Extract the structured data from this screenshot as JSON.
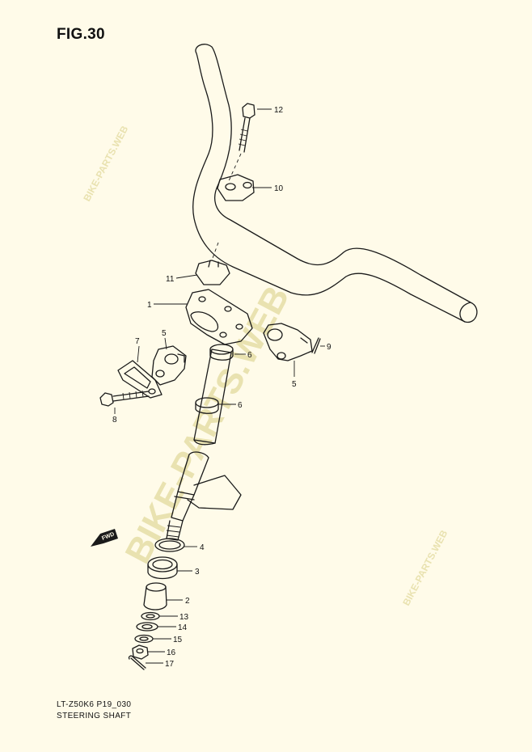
{
  "figure": {
    "title": "FIG.30",
    "code": "LT-Z50K6 P19_030",
    "name": "STEERING SHAFT"
  },
  "watermark": "BIKE-PARTS.WEB",
  "fwd_label": "FWD",
  "callouts": {
    "c1": "1",
    "c2": "2",
    "c3": "3",
    "c4": "4",
    "c5a": "5",
    "c5b": "5",
    "c6a": "6",
    "c6b": "6",
    "c7": "7",
    "c8": "8",
    "c9": "9",
    "c10": "10",
    "c11": "11",
    "c12": "12",
    "c13": "13",
    "c14": "14",
    "c15": "15",
    "c16": "16",
    "c17": "17"
  },
  "colors": {
    "background": "#fffbe9",
    "line": "#1a1a1a",
    "watermark": "#e9e2b0"
  }
}
